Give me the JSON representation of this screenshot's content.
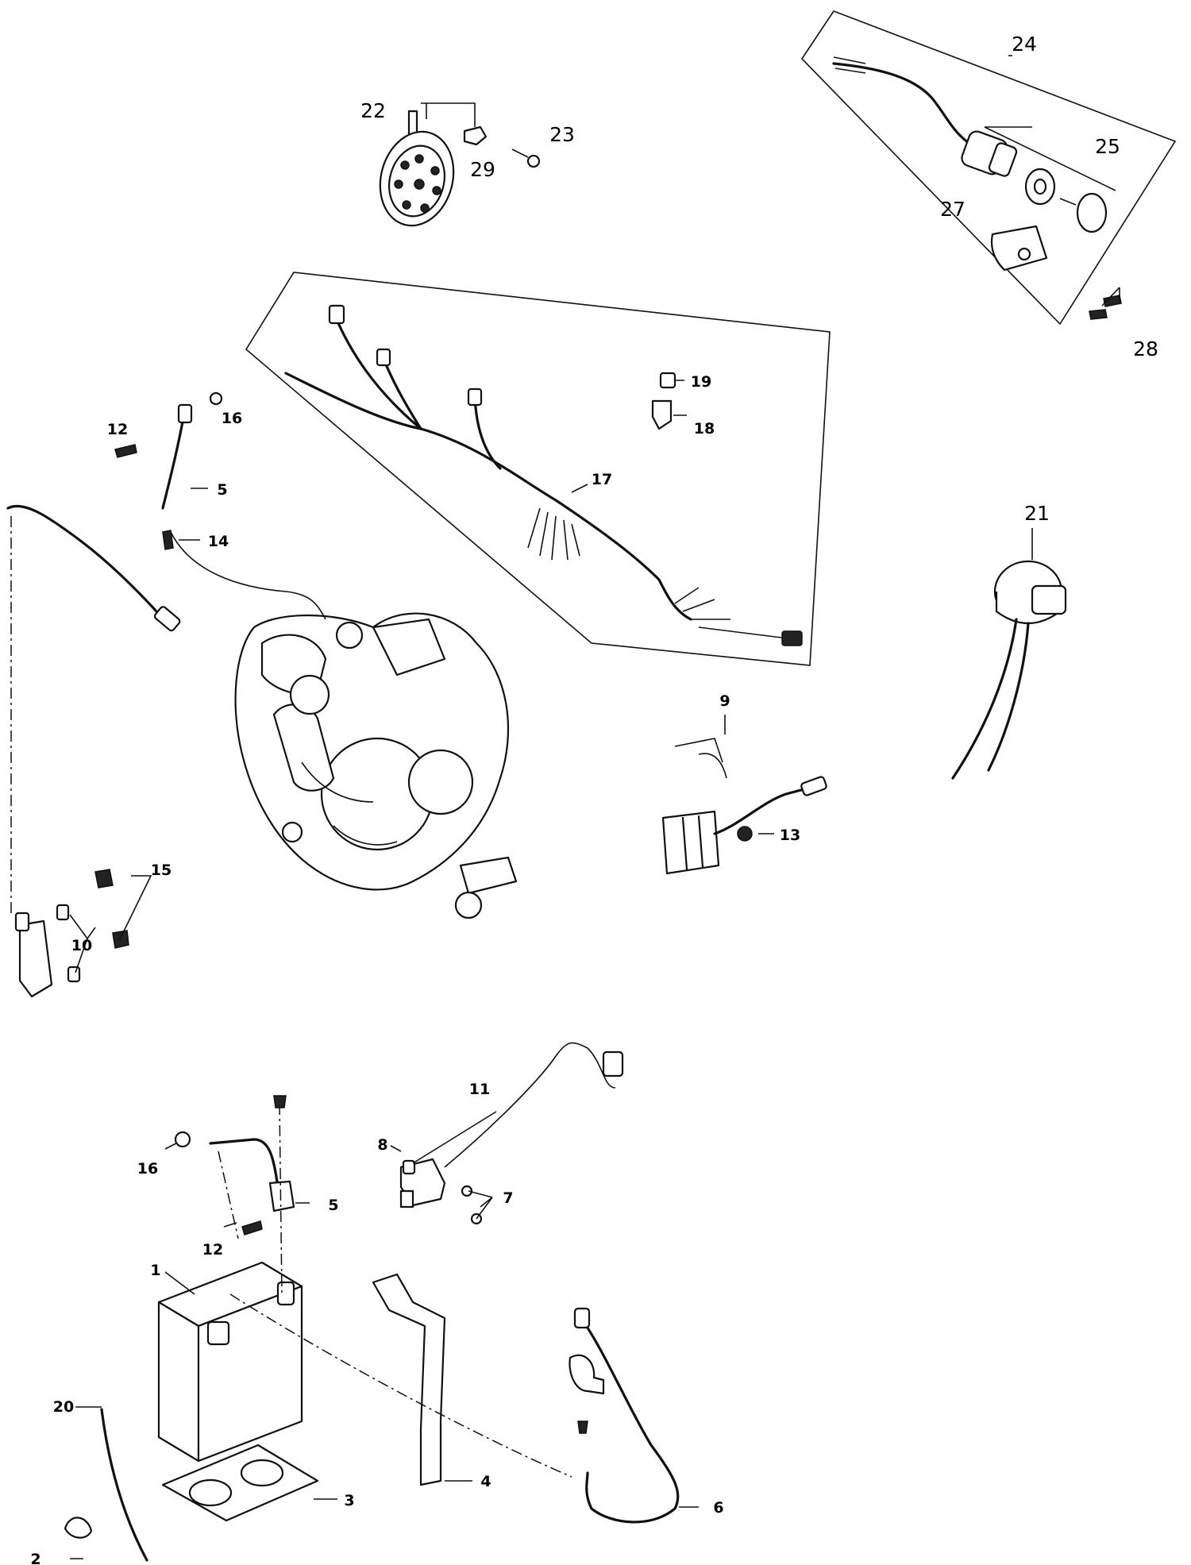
{
  "callouts": {
    "c1": "1",
    "c2": "2",
    "c3": "3",
    "c4": "4",
    "c5_top": "5",
    "c5_bottom": "5",
    "c6": "6",
    "c7": "7",
    "c8": "8",
    "c9": "9",
    "c10": "10",
    "c11": "11",
    "c12_top": "12",
    "c12_bottom": "12",
    "c13": "13",
    "c14": "14",
    "c15": "15",
    "c16_top": "16",
    "c16_bottom": "16",
    "c17": "17",
    "c18": "18",
    "c19": "19",
    "c20": "20",
    "c21": "21",
    "c22": "22",
    "c23": "23",
    "c24": "24",
    "c25": "25",
    "c27": "27",
    "c28": "28",
    "c29": "29"
  }
}
